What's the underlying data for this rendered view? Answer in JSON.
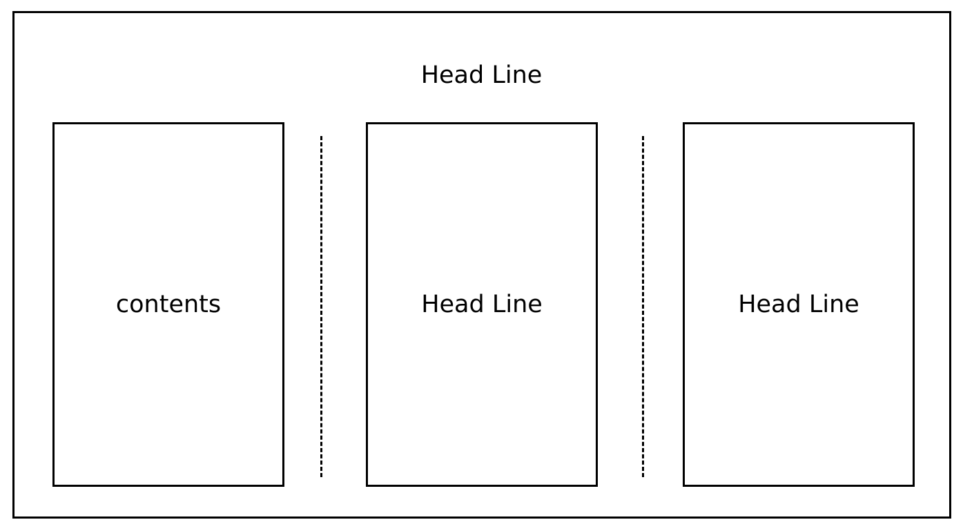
{
  "header": {
    "title": "Head Line"
  },
  "panels": [
    {
      "label": "contents"
    },
    {
      "label": "Head Line"
    },
    {
      "label": "Head Line"
    }
  ],
  "colors": {
    "stroke": "#000000",
    "background": "#ffffff"
  }
}
